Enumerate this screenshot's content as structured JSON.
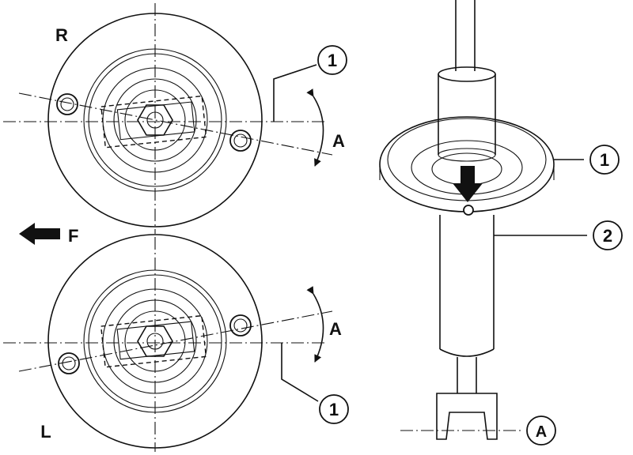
{
  "labels": {
    "side_right": "R",
    "side_left": "L",
    "front_arrow": "F",
    "angle_top": "A",
    "angle_bottom": "A",
    "callout_top": "1",
    "callout_bottom": "1",
    "callout_strut_mount": "1",
    "callout_strut_body": "2",
    "callout_fork": "A"
  },
  "colors": {
    "ink": "#111111",
    "paper": "#ffffff"
  }
}
